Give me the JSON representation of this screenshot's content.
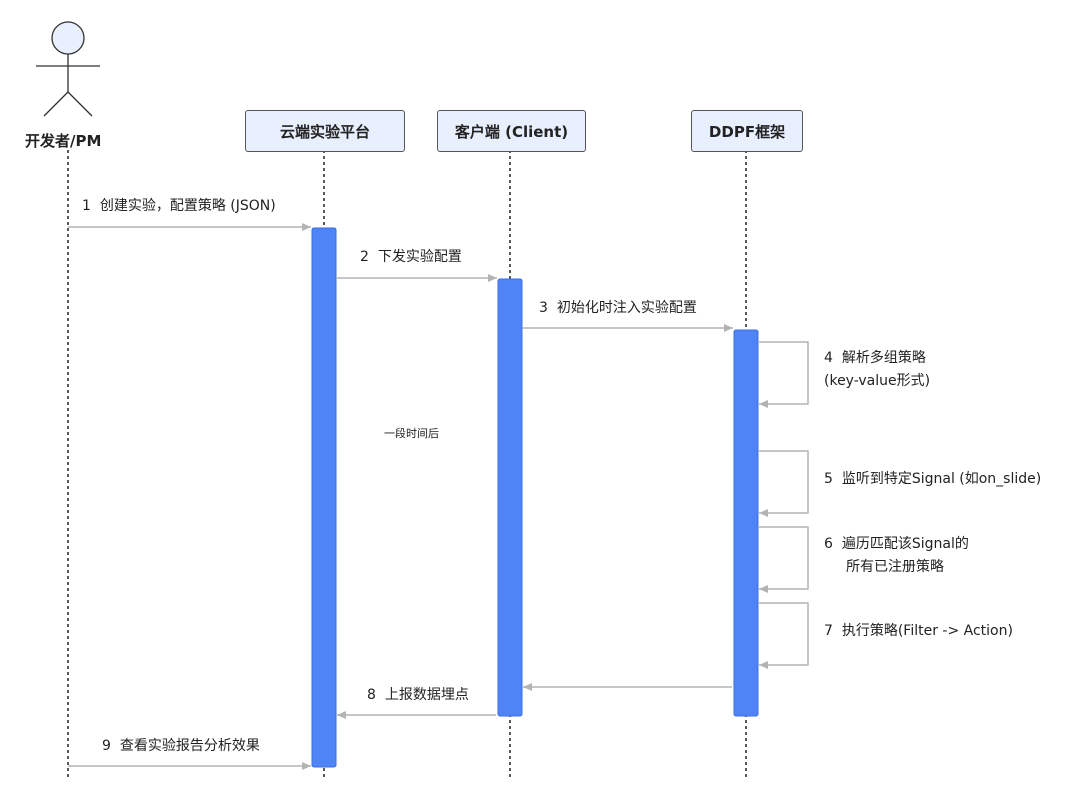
{
  "actor": {
    "label": "开发者/PM"
  },
  "participants": [
    {
      "label": "云端实验平台"
    },
    {
      "label": "客户端 (Client)"
    },
    {
      "label": "DDPF框架"
    }
  ],
  "messages": [
    {
      "num": "1",
      "text": "创建实验，配置策略 (JSON)"
    },
    {
      "num": "2",
      "text": "下发实验配置"
    },
    {
      "num": "3",
      "text": "初始化时注入实验配置"
    },
    {
      "num": "4",
      "text": "解析多组策略",
      "text2": "(key-value形式)"
    },
    {
      "num": "5",
      "text": "监听到特定Signal (如on_slide)"
    },
    {
      "num": "6",
      "text": "遍历匹配该Signal的",
      "text2": "所有已注册策略"
    },
    {
      "num": "7",
      "text": "执行策略(Filter -> Action)"
    },
    {
      "num": "8",
      "text": "上报数据埋点"
    },
    {
      "num": "9",
      "text": "查看实验报告分析效果"
    }
  ],
  "note": "一段时间后",
  "colors": {
    "activation": "#4f84f7",
    "participant_bg": "#e8efff",
    "arrow": "#b3b3b3"
  }
}
